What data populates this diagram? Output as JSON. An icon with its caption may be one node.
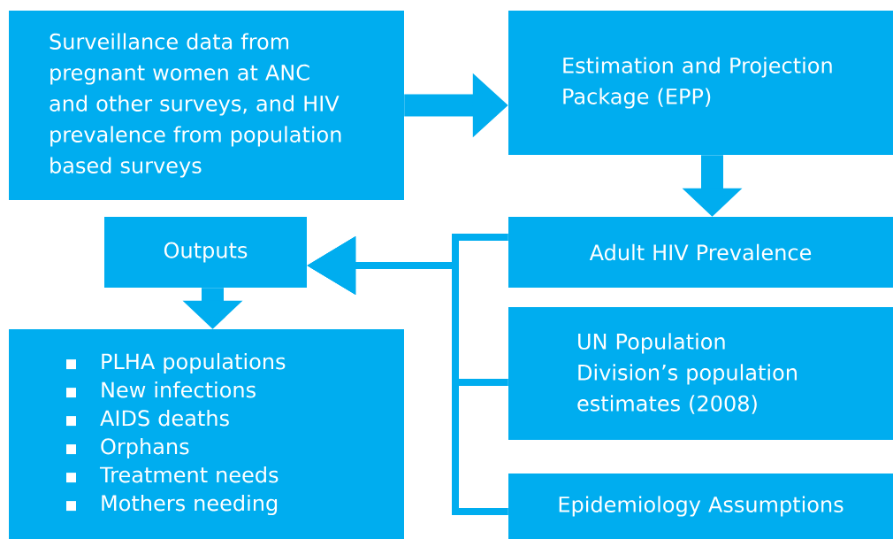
{
  "diagram": {
    "nodes": [
      {
        "text": [
          "Surveillance data from pregnant women at ANC and other surveys, and HIV prevalence from population based surveys"
        ]
      },
      {
        "text": [
          "Estimation and Projection Package (EPP)"
        ]
      },
      {
        "text": [
          "Adult HIV Prevalence"
        ]
      },
      {
        "text": [
          "UN Population Division’s population estimates (2008)"
        ]
      },
      {
        "text": [
          "Epidemiology Assumptions"
        ]
      },
      {
        "text": [
          "Outputs"
        ]
      },
      {
        "text": [
          "PLHA populations",
          "New infections",
          "AIDS deaths",
          "Orphans",
          "Treatment needs",
          "Mothers needing"
        ]
      }
    ],
    "edges": [
      {
        "from": 0,
        "to": 1,
        "arrow": "to",
        "style": "thick"
      },
      {
        "from": 1,
        "to": 2,
        "arrow": "to",
        "style": "thick"
      },
      {
        "from": 2,
        "to": 5,
        "arrow": "to"
      },
      {
        "from": 3,
        "to": 5,
        "arrow": "to"
      },
      {
        "from": 4,
        "to": 5,
        "arrow": "to"
      },
      {
        "from": 5,
        "to": 6,
        "arrow": "to",
        "style": "thick"
      }
    ]
  }
}
